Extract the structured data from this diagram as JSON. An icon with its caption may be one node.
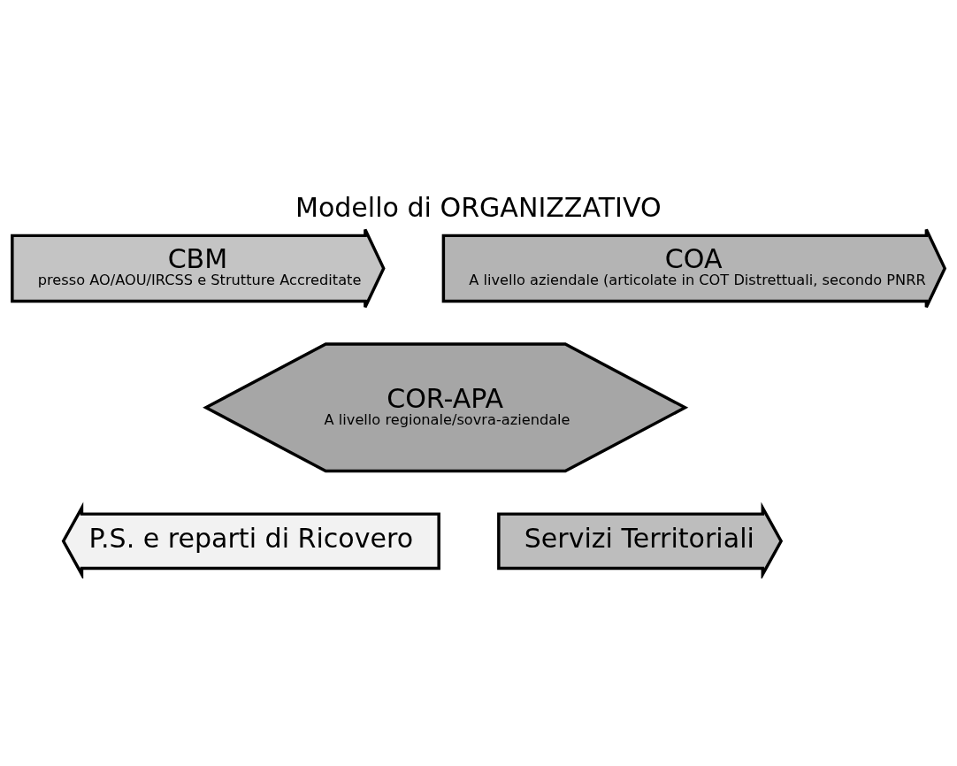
{
  "diagram": {
    "title": "Modello di ORGANIZZATIVO",
    "nodes": [
      {
        "text": [
          "CBM",
          "presso AO/AOU/IRCSS e Strutture Accreditate"
        ]
      },
      {
        "text": [
          "COA",
          "A livello aziendale (articolate in COT Distrettuali, secondo PNRR"
        ]
      },
      {
        "text": [
          "COR-APA",
          "A livello regionale/sovra-aziendale"
        ]
      },
      {
        "text": [
          "P.S. e reparti di Ricovero"
        ]
      },
      {
        "text": [
          "Servizi Territoriali"
        ]
      }
    ]
  }
}
